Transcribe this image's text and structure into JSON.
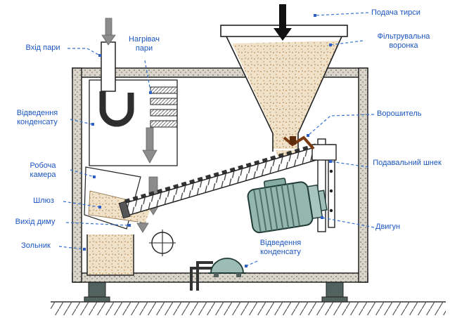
{
  "diagram": {
    "labels": {
      "steam_inlet": "Вхід пари",
      "steam_heater": "Нагрівач пари",
      "sawdust_feed": "Подача тирси",
      "filter_funnel": "Фільтрувальна воронка",
      "condensate_left": "Відведення конденсату",
      "agitator": "Ворошитель",
      "working_chamber": "Робоча камера",
      "feed_screw": "Подавальний шнек",
      "sluice": "Шлюз",
      "smoke_outlet": "Вихід диму",
      "motor": "Двигун",
      "ash_pan": "Зольник",
      "condensate_bottom": "Відведення конденсату"
    },
    "colors": {
      "label_blue": "#1b55c0",
      "leader_blue": "#3672cf",
      "motor_teal": "#93b7ae",
      "sawdust_tan": "#f0e2c9",
      "wall_grey": "#d9d5cb",
      "outline": "#222222"
    }
  }
}
